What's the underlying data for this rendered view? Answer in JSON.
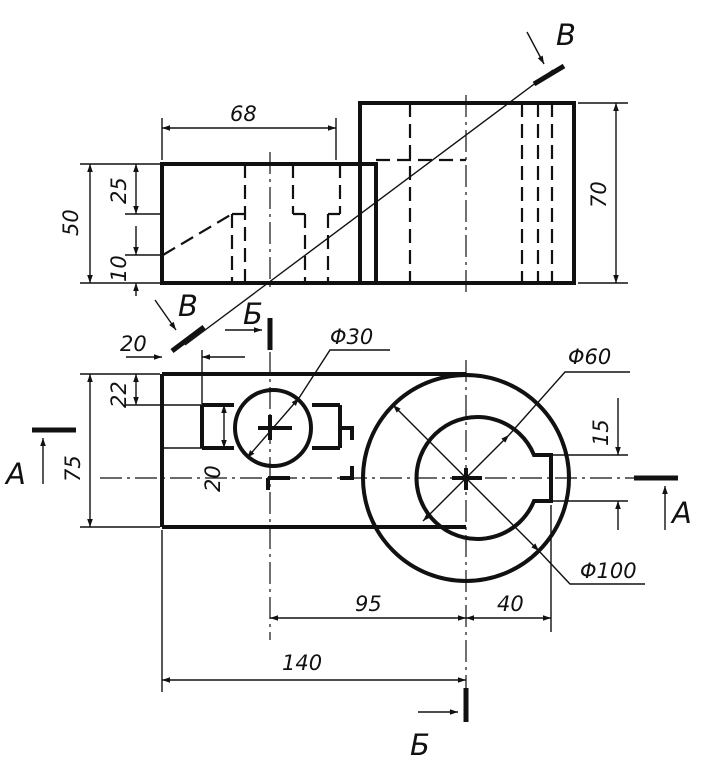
{
  "drawing": {
    "dimensions": {
      "d68": "68",
      "d50": "50",
      "d25": "25",
      "d10": "10",
      "d70": "70",
      "d20_top": "20",
      "d22": "22",
      "d75": "75",
      "d20_slot": "20",
      "d15": "15",
      "dia30": "Φ30",
      "dia60": "Φ60",
      "dia100": "Φ100",
      "d95": "95",
      "d40": "40",
      "d140": "140"
    },
    "section_labels": {
      "v_top": "В",
      "v_left": "В",
      "b_top": "Б",
      "b_bottom": "Б",
      "a_left": "А",
      "a_right": "А"
    }
  }
}
